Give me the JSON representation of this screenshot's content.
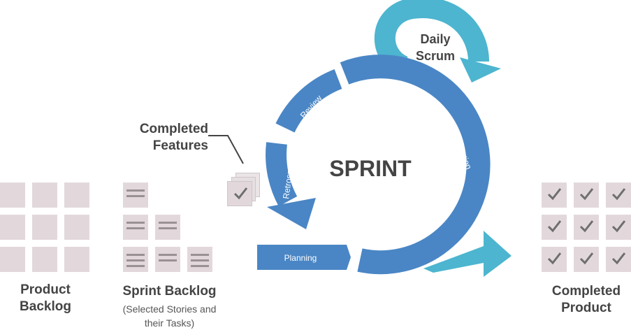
{
  "product_backlog": {
    "label_line1": "Product",
    "label_line2": "Backlog"
  },
  "sprint_backlog": {
    "label": "Sprint Backlog",
    "sub_line1": "(Selected Stories and",
    "sub_line2": "their Tasks)"
  },
  "completed_features": {
    "label_line1": "Completed",
    "label_line2": "Features"
  },
  "sprint": {
    "title": "SPRINT",
    "phases": {
      "review": "Review",
      "retrospect": "Retrospect",
      "implementation": "Implementation",
      "planning": "Planning"
    }
  },
  "daily_scrum": {
    "label_line1": "Daily",
    "label_line2": "Scrum"
  },
  "completed_product": {
    "label_line1": "Completed",
    "label_line2": "Product"
  },
  "colors": {
    "tile": "#e2d8dc",
    "tile_line": "#9a9195",
    "check": "#6e6e6e",
    "cycle_blue": "#4a86c5",
    "cycle_blue_light": "#5a9bd5",
    "scrum_teal": "#4db5cf",
    "text_dark": "#444444"
  }
}
